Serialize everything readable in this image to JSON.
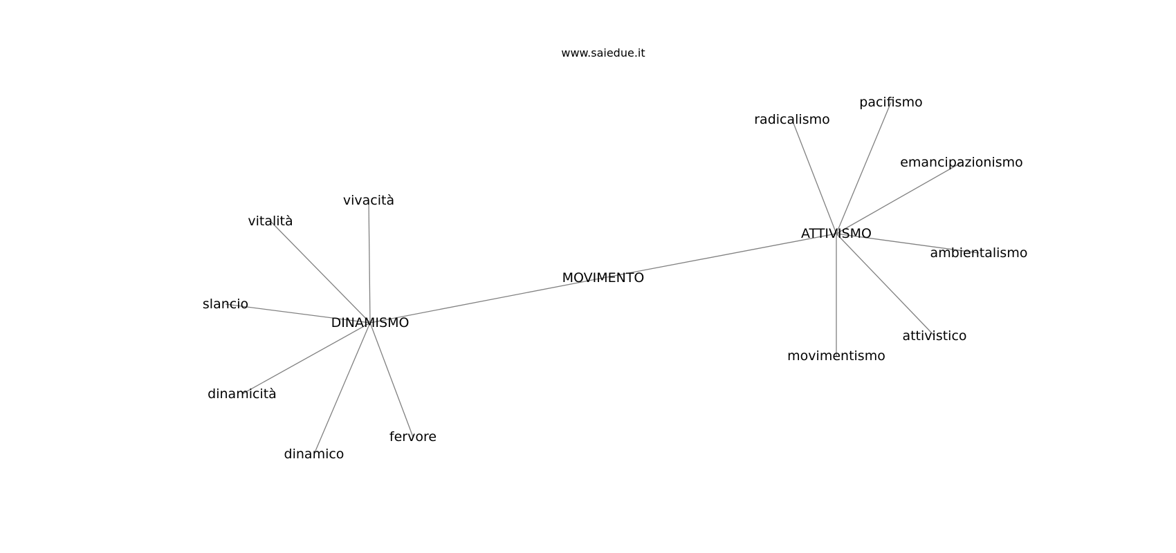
{
  "watermark": "www.saiedue.it",
  "graph": {
    "nodes": [
      {
        "id": "MOVIMENTO",
        "label": "MOVIMENTO"
      },
      {
        "id": "DINAMISMO",
        "label": "DINAMISMO"
      },
      {
        "id": "ATTIVISMO",
        "label": "ATTIVISMO"
      },
      {
        "id": "vivacita",
        "label": "vivacità"
      },
      {
        "id": "vitalita",
        "label": "vitalità"
      },
      {
        "id": "slancio",
        "label": "slancio"
      },
      {
        "id": "dinamicita",
        "label": "dinamicità"
      },
      {
        "id": "dinamico",
        "label": "dinamico"
      },
      {
        "id": "fervore",
        "label": "fervore"
      },
      {
        "id": "radicalismo",
        "label": "radicalismo"
      },
      {
        "id": "pacifismo",
        "label": "pacifismo"
      },
      {
        "id": "emancipazionismo",
        "label": "emancipazionismo"
      },
      {
        "id": "ambientalismo",
        "label": "ambientalismo"
      },
      {
        "id": "attivistico",
        "label": "attivistico"
      },
      {
        "id": "movimentismo",
        "label": "movimentismo"
      }
    ],
    "edges": [
      [
        "MOVIMENTO",
        "DINAMISMO"
      ],
      [
        "MOVIMENTO",
        "ATTIVISMO"
      ],
      [
        "DINAMISMO",
        "vivacita"
      ],
      [
        "DINAMISMO",
        "vitalita"
      ],
      [
        "DINAMISMO",
        "slancio"
      ],
      [
        "DINAMISMO",
        "dinamicita"
      ],
      [
        "DINAMISMO",
        "dinamico"
      ],
      [
        "DINAMISMO",
        "fervore"
      ],
      [
        "ATTIVISMO",
        "radicalismo"
      ],
      [
        "ATTIVISMO",
        "pacifismo"
      ],
      [
        "ATTIVISMO",
        "emancipazionismo"
      ],
      [
        "ATTIVISMO",
        "ambientalismo"
      ],
      [
        "ATTIVISMO",
        "attivistico"
      ],
      [
        "ATTIVISMO",
        "movimentismo"
      ]
    ]
  }
}
